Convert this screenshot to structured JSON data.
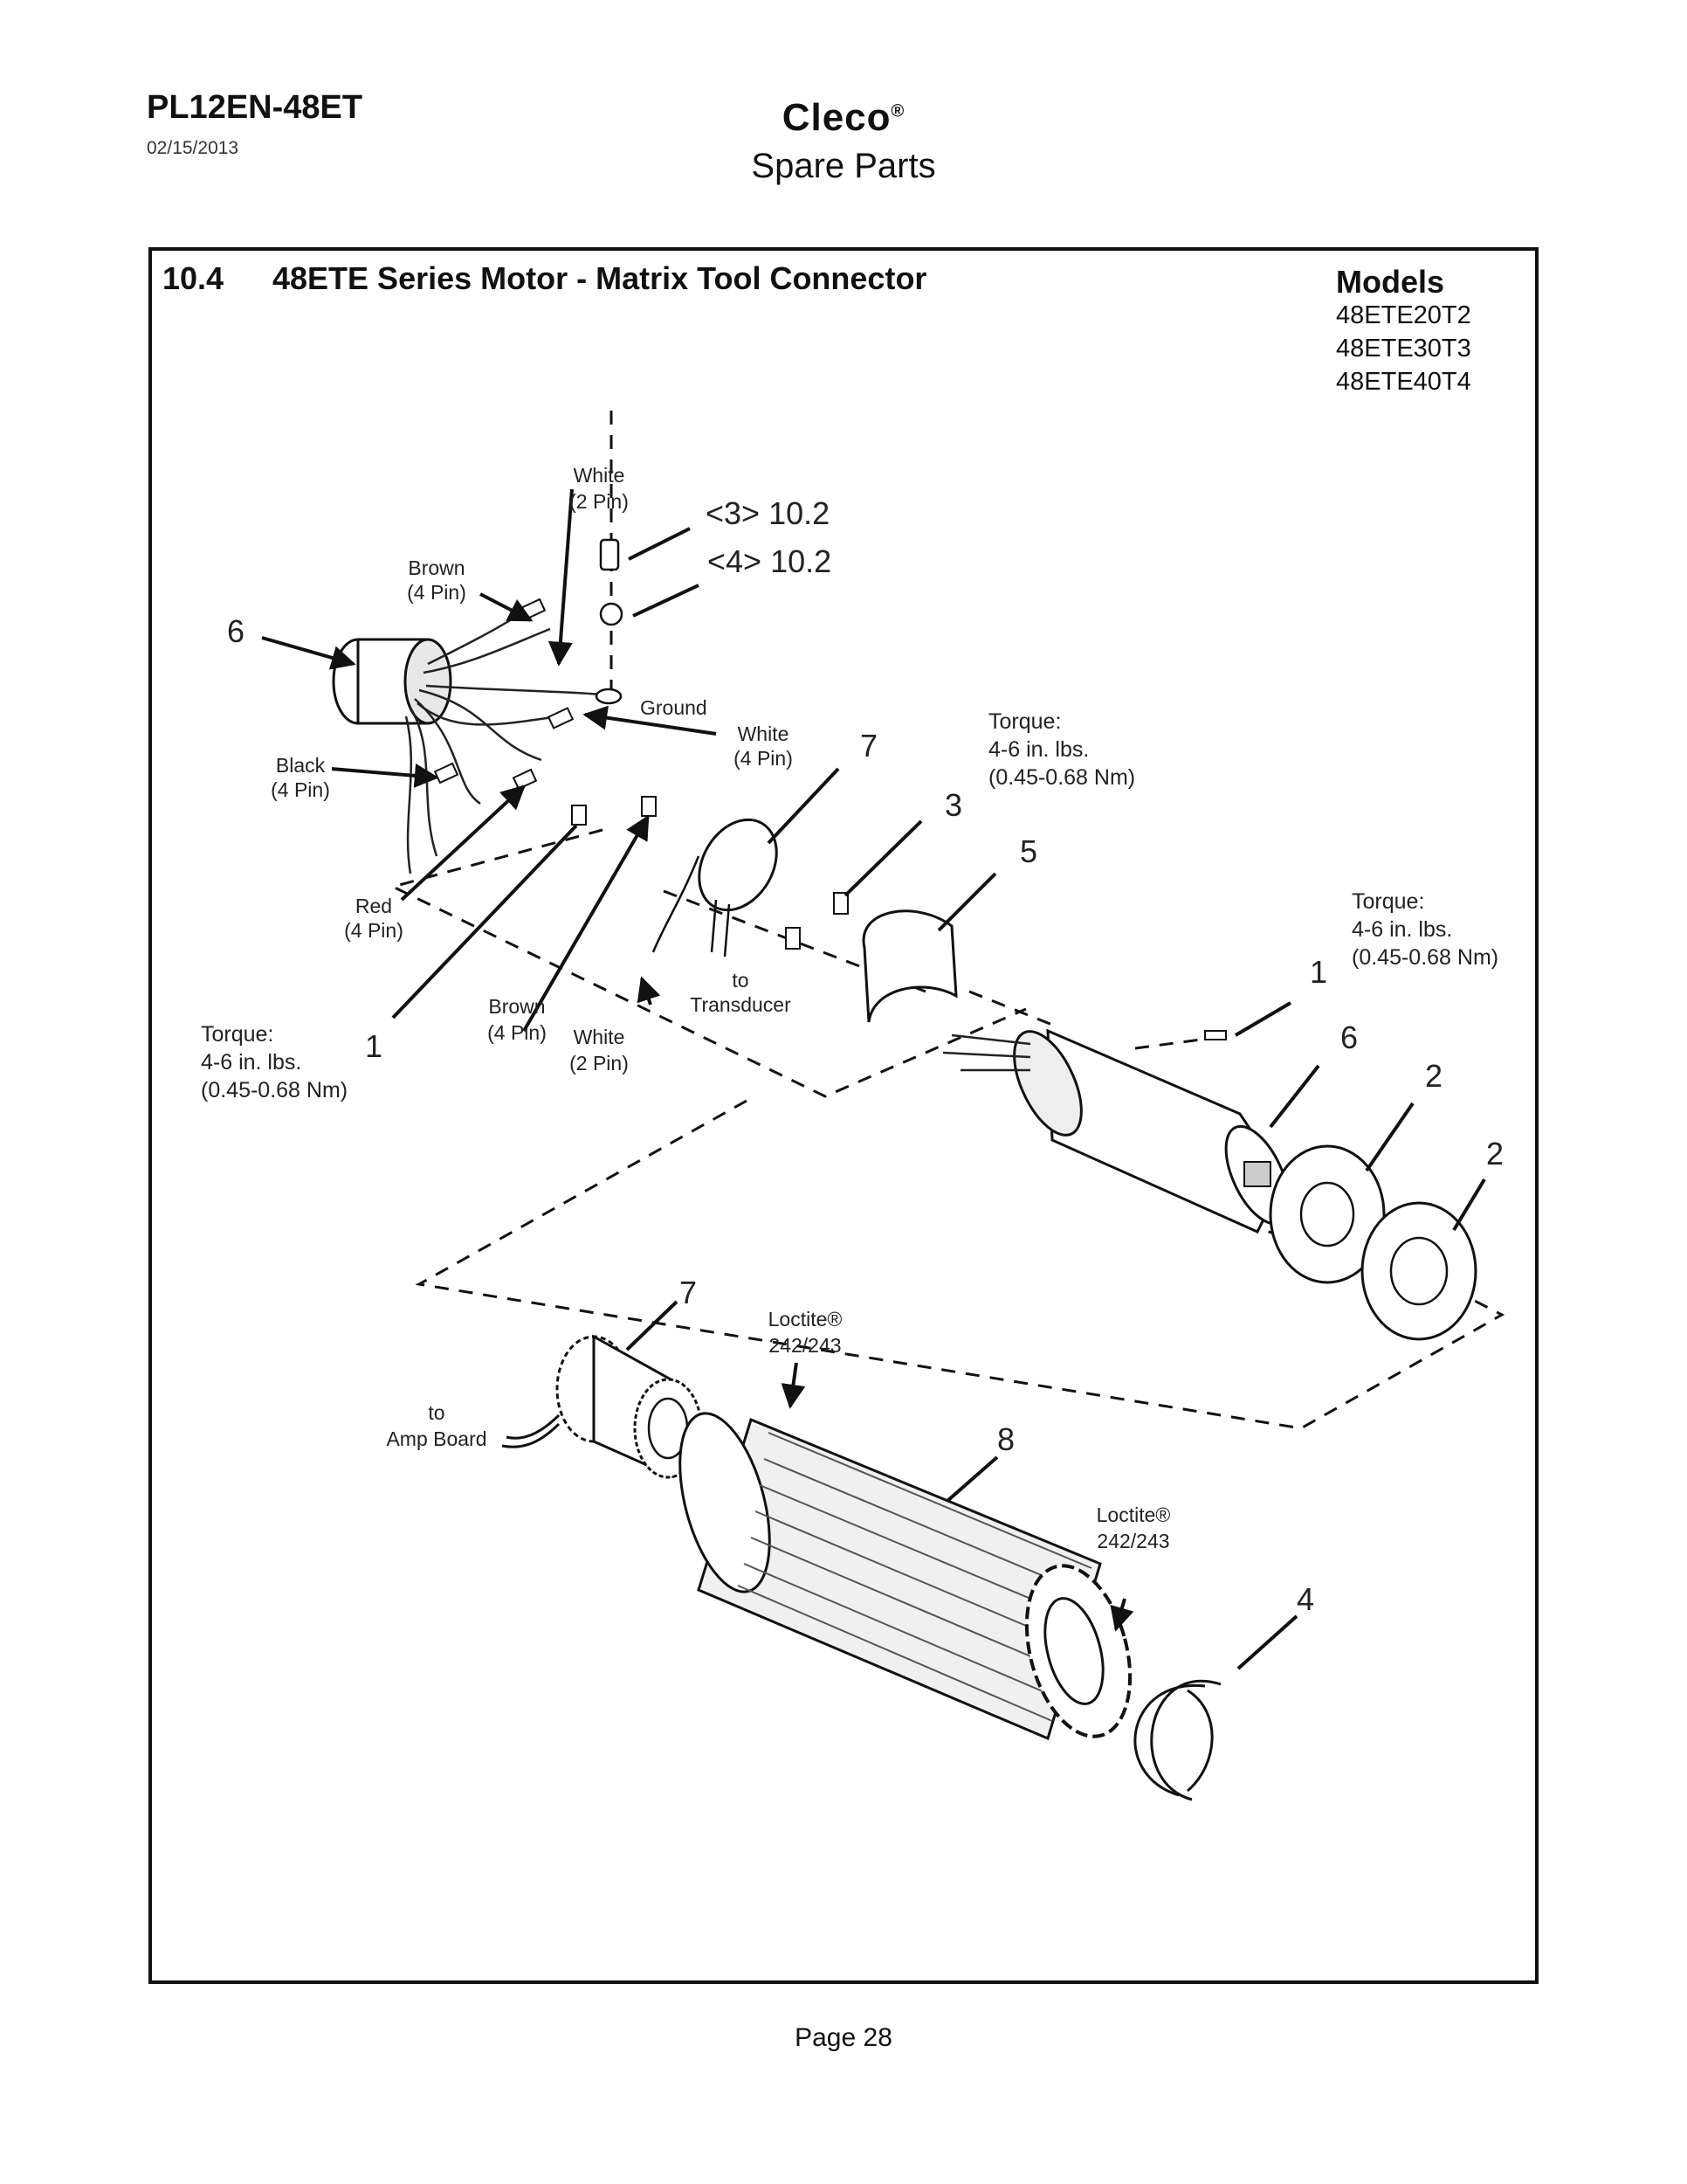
{
  "header": {
    "doc_code": "PL12EN-48ET",
    "date": "02/15/2013",
    "brand": "Cleco",
    "brand_mark": "®",
    "subtitle": "Spare Parts"
  },
  "section": {
    "number": "10.4",
    "title": "48ETE Series Motor - Matrix Tool Connector"
  },
  "models": {
    "title": "Models",
    "items": [
      "48ETE20T2",
      "48ETE30T3",
      "48ETE40T4"
    ]
  },
  "callouts": {
    "white_a": "White",
    "two_pin_a": "(2 Pin)",
    "ref_3": "<3> 10.2",
    "ref_4": "<4> 10.2",
    "brown_a": "Brown",
    "four_pin_brown_a": "(4 Pin)",
    "item_6a": "6",
    "ground": "Ground",
    "white_b": "White",
    "four_pin_white_b": "(4 Pin)",
    "item_7a": "7",
    "black": "Black",
    "four_pin_black": "(4 Pin)",
    "red": "Red",
    "four_pin_red": "(4 Pin)",
    "torque_top_1": "Torque:",
    "torque_top_2": "4-6 in. lbs.",
    "torque_top_3": "(0.45-0.68 Nm)",
    "item_3": "3",
    "item_5": "5",
    "torque_right_1": "Torque:",
    "torque_right_2": "4-6 in. lbs.",
    "torque_right_3": "(0.45-0.68 Nm)",
    "item_1b": "1",
    "item_6b": "6",
    "item_2a": "2",
    "item_2b": "2",
    "to_a": "to",
    "transducer": "Transducer",
    "brown_b": "Brown",
    "four_pin_brown_b": "(4 Pin)",
    "white_c": "White",
    "two_pin_c": "(2 Pin)",
    "torque_left_1": "Torque:",
    "torque_left_2": "4-6 in. lbs.",
    "torque_left_3": "(0.45-0.68 Nm)",
    "item_1a": "1",
    "item_7b": "7",
    "loctite_a": "Loctite®",
    "loctite_a_code": "242/243",
    "to_b": "to",
    "amp_board": "Amp Board",
    "item_8": "8",
    "loctite_b": "Loctite®",
    "loctite_b_code": "242/243",
    "item_4": "4"
  },
  "footer": {
    "page": "Page 28"
  }
}
